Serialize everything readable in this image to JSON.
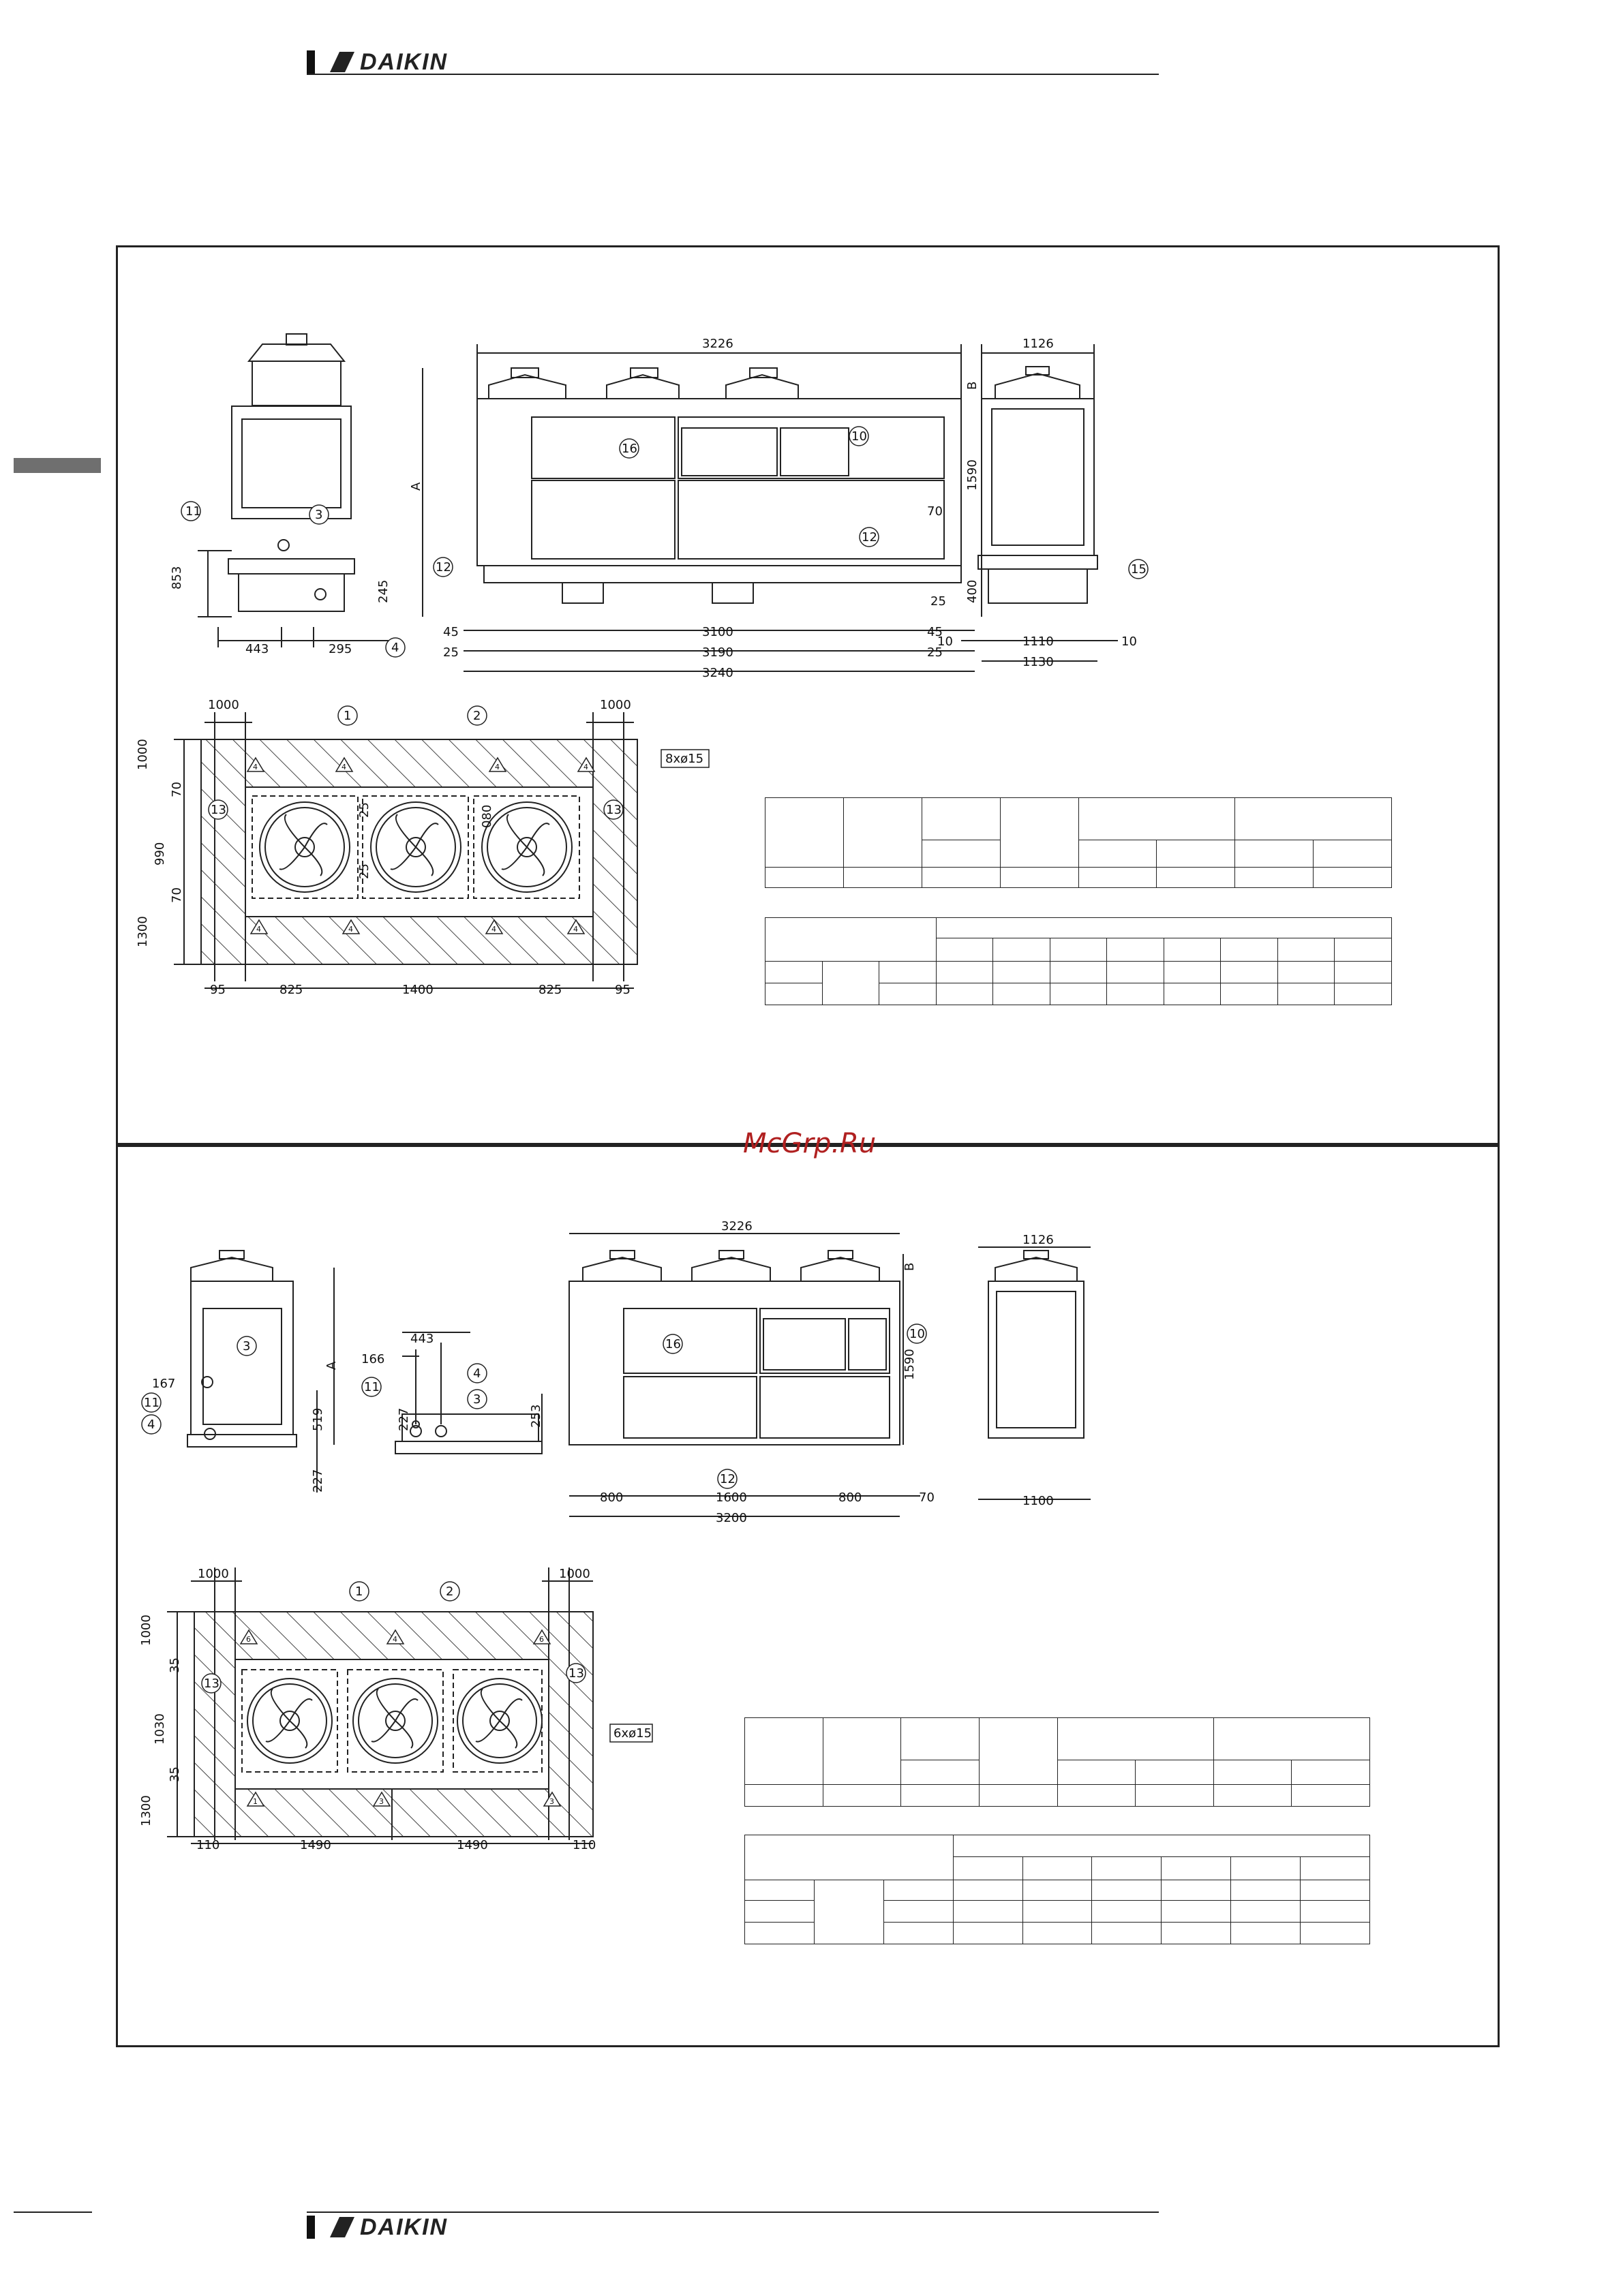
{
  "header": {
    "brand": "DAIKIN"
  },
  "footer": {
    "brand": "DAIKIN"
  },
  "watermark": "McGrp.Ru",
  "colors": {
    "line": "#222222",
    "hatch": "#444444",
    "watermark": "#b02020",
    "side_tab": "#6f6f6f"
  },
  "top": {
    "side": {
      "callouts": [
        "11",
        "3",
        "4"
      ],
      "dims": [
        "853",
        "245",
        "443",
        "295",
        "A"
      ]
    },
    "front": {
      "dims": [
        "3226",
        "B",
        "1590",
        "70",
        "400",
        "25",
        "45",
        "3100",
        "45",
        "25",
        "3190",
        "25",
        "3240"
      ],
      "callouts": [
        "16",
        "10",
        "12",
        "12"
      ]
    },
    "end": {
      "dims": [
        "1126",
        "10",
        "1110",
        "10",
        "1130"
      ],
      "callouts": [
        "15"
      ]
    },
    "plan": {
      "dims": [
        "1000",
        "1000",
        "1000",
        "70",
        "990",
        "70",
        "1300",
        "95",
        "825",
        "1400",
        "825",
        "95",
        "080",
        "25",
        "25"
      ],
      "callouts": [
        "1",
        "2",
        "13",
        "13"
      ],
      "holes": "8xø15",
      "triangles": [
        "4",
        "4",
        "4",
        "4",
        "4",
        "4",
        "4",
        "4"
      ]
    }
  },
  "bottom": {
    "side": {
      "callouts": [
        "3",
        "11",
        "4"
      ],
      "dims": [
        "167",
        "519",
        "227",
        "A"
      ]
    },
    "detail": {
      "dims": [
        "443",
        "166",
        "227",
        "253"
      ],
      "callouts": [
        "11",
        "4",
        "3"
      ]
    },
    "front": {
      "dims": [
        "3226",
        "B",
        "1590",
        "800",
        "1600",
        "800",
        "70",
        "3200"
      ],
      "callouts": [
        "16",
        "10",
        "12"
      ]
    },
    "end": {
      "dims": [
        "1126",
        "1100"
      ]
    },
    "plan": {
      "dims": [
        "1000",
        "1000",
        "1000",
        "35",
        "1030",
        "35",
        "1300",
        "110",
        "1490",
        "1490",
        "110"
      ],
      "callouts": [
        "1",
        "2",
        "13",
        "13"
      ],
      "holes": "6xø15",
      "triangles": [
        "6",
        "4",
        "6",
        "1",
        "3",
        "3"
      ]
    }
  }
}
